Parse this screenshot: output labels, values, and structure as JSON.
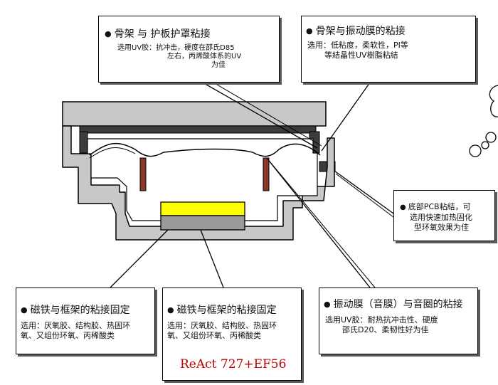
{
  "callouts": {
    "frame_cover": {
      "title": "骨架 与 护板护罩粘接",
      "body_line1": "选用UV胶：抗冲击，硬度在邵氏D85",
      "body_line2": "左右，丙烯酸体系的UV",
      "body_line3": "为佳"
    },
    "frame_diaphragm": {
      "title": "骨架与振动膜的粘接",
      "body_line1": "选用：低粘度，柔软性，PI等",
      "body_line2": "等結晶性UV樹脂粘結"
    },
    "pcb": {
      "body_line1": "底部PCB粘結，可",
      "body_line2": "选用快速加热固化",
      "body_line3": "型环氧效果为佳"
    },
    "diaphragm_coil": {
      "title": "振动膜（音膜）与音圈的粘接",
      "body_line1": "选用UV胶：耐热抗冲击性、硬度",
      "body_line2": "邵氏D20、柔韧性好为佳"
    },
    "magnet_left": {
      "title": "磁铁与框架的粘接固定",
      "body_line1": "选用：厌氧胶、结构胶、热固环",
      "body_line2": "氧、又组份环氧、丙稀酸类"
    },
    "magnet_right": {
      "title": "磁铁与框架的粘接固定",
      "body_line1": "选用：厌氧胶、结构胶、热固环",
      "body_line2": "氧、又组份环氧、丙稀酸类",
      "product": "ReAct 727+EF56"
    }
  },
  "colors": {
    "housing_fill": "#c8c8c8",
    "dark_part": "#3c3c3c",
    "coil": "#8b3a2a",
    "magnet_top": "#ffff00",
    "magnet_base": "#9a9a9a",
    "product_text": "#c00000"
  },
  "bullet_glyph": "●"
}
